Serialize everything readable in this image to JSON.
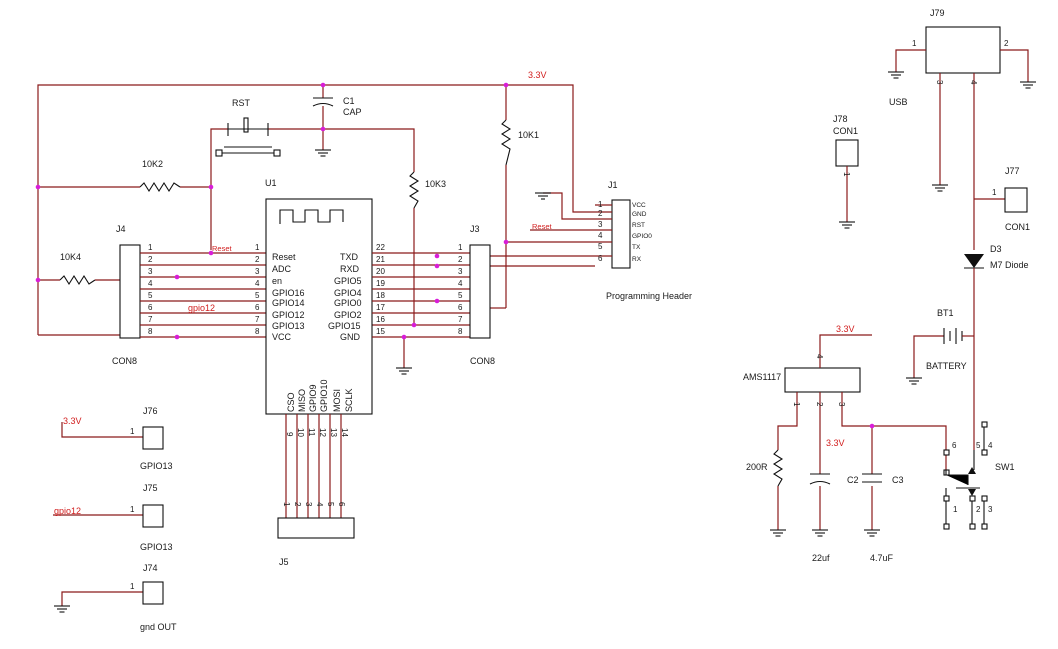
{
  "schematic": {
    "nets": {
      "vcc_top": "3.3V",
      "reset": "Reset",
      "reset_j1": "Reset",
      "gpio12": "gpio12",
      "ams_vin": "3.3V",
      "ams_vout": "3.3V",
      "j76_net": "3.3V",
      "j75_net": "gpio12"
    },
    "u1": {
      "ref": "U1",
      "left_pins": [
        {
          "num": "1",
          "name": "Reset"
        },
        {
          "num": "2",
          "name": "ADC"
        },
        {
          "num": "3",
          "name": "en"
        },
        {
          "num": "4",
          "name": "GPIO16"
        },
        {
          "num": "5",
          "name": "GPIO14"
        },
        {
          "num": "6",
          "name": "GPIO12"
        },
        {
          "num": "7",
          "name": "GPIO13"
        },
        {
          "num": "8",
          "name": "VCC"
        }
      ],
      "right_pins": [
        {
          "num": "22",
          "name": "TXD"
        },
        {
          "num": "21",
          "name": "RXD"
        },
        {
          "num": "20",
          "name": "GPIO5"
        },
        {
          "num": "19",
          "name": "GPIO4"
        },
        {
          "num": "18",
          "name": "GPIO0"
        },
        {
          "num": "17",
          "name": "GPIO2"
        },
        {
          "num": "16",
          "name": "GPIO15"
        },
        {
          "num": "15",
          "name": "GND"
        }
      ],
      "bottom_pins": [
        {
          "num": "9",
          "name": "CSO"
        },
        {
          "num": "10",
          "name": "MISO"
        },
        {
          "num": "11",
          "name": "GPIO9"
        },
        {
          "num": "12",
          "name": "GPIO10"
        },
        {
          "num": "13",
          "name": "MOSI"
        },
        {
          "num": "14",
          "name": "SCLK"
        }
      ]
    },
    "j4": {
      "ref": "J4",
      "type": "CON8",
      "pins": [
        "1",
        "2",
        "3",
        "4",
        "5",
        "6",
        "7",
        "8"
      ]
    },
    "j3": {
      "ref": "J3",
      "type": "CON8",
      "pins": [
        "1",
        "2",
        "3",
        "4",
        "5",
        "6",
        "7",
        "8"
      ]
    },
    "j5": {
      "ref": "J5",
      "pins": [
        "1",
        "2",
        "3",
        "4",
        "5",
        "6"
      ]
    },
    "j1": {
      "ref": "J1",
      "caption": "Programming Header",
      "pins": [
        "1",
        "2",
        "3",
        "4",
        "5",
        "6"
      ],
      "signals": [
        "VCC",
        "GND",
        "RST",
        "GPIO0",
        "TX",
        "RX"
      ]
    },
    "rst": {
      "ref": "RST"
    },
    "c1": {
      "ref": "C1",
      "value": "CAP"
    },
    "r_10k1": "10K1",
    "r_10k2": "10K2",
    "r_10k3": "10K3",
    "r_10k4": "10K4",
    "j76": {
      "ref": "J76",
      "pin": "1",
      "label": "GPIO13"
    },
    "j75": {
      "ref": "J75",
      "pin": "1",
      "label": "GPIO13"
    },
    "j74": {
      "ref": "J74",
      "pin": "1",
      "label": "gnd OUT"
    },
    "j79": {
      "ref": "J79",
      "label": "USB",
      "pins": [
        "1",
        "2",
        "3",
        "4"
      ]
    },
    "j78": {
      "ref": "J78",
      "type": "CON1",
      "pin": "1"
    },
    "j77": {
      "ref": "J77",
      "type": "CON1",
      "pin": "1"
    },
    "d3": {
      "ref": "D3",
      "value": "M7 Diode"
    },
    "bt1": {
      "ref": "BT1",
      "value": "BATTERY"
    },
    "ams": {
      "ref": "AMS1117",
      "pins": [
        "1",
        "2",
        "3",
        "4"
      ]
    },
    "r_200": "200R",
    "c2": {
      "ref": "C2",
      "value": "22uf"
    },
    "c3": {
      "ref": "C3",
      "value": "4.7uF"
    },
    "sw1": {
      "ref": "SW1",
      "pins": [
        "1",
        "2",
        "3",
        "4",
        "5",
        "6"
      ]
    }
  }
}
